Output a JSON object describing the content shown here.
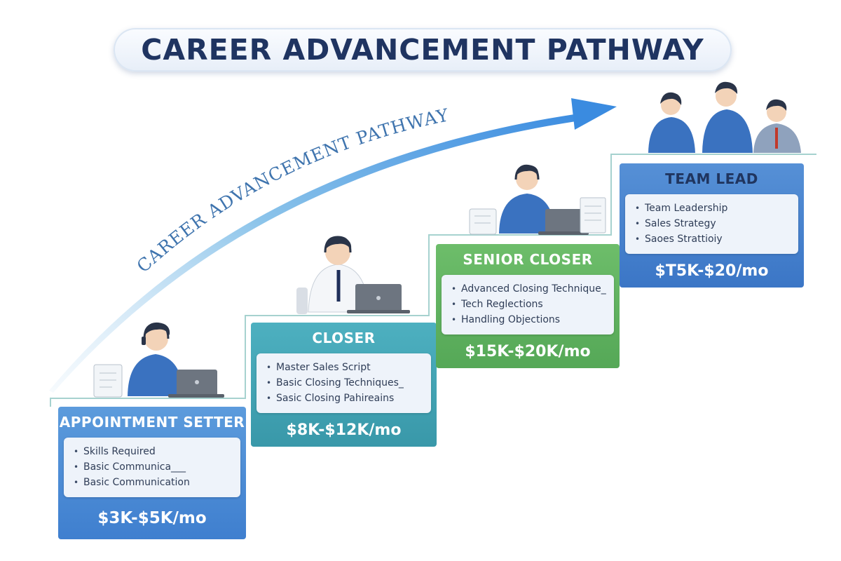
{
  "title": "CAREER ADVANCEMENT PATHWAY",
  "arc_label": "CAREER ADVANCEMENT PATHWAY",
  "steps": [
    {
      "title": "APPOINTMENT SETTER",
      "skills": [
        "Skills Required",
        "Basic Communica___",
        "Basic Communication"
      ],
      "pay": "$3K-$5K/mo",
      "color": "#4a8bd4"
    },
    {
      "title": "CLOSER",
      "skills": [
        "Master Sales Script",
        "Basic Closing Techniques_",
        "Sasic Closing Pahireains"
      ],
      "pay": "$8K-$12K/mo",
      "color": "#41a4b5"
    },
    {
      "title": "SENIOR CLOSER",
      "skills": [
        "Advanced Closing Technique_",
        "Tech Reglections",
        "Handling Objections"
      ],
      "pay": "$15K-$20K/mo",
      "color": "#5fb35f"
    },
    {
      "title": "TEAM LEAD",
      "skills": [
        "Team Leadership",
        "Sales Strategy",
        "Saoes Strattioiy"
      ],
      "pay": "$T5K-$20/mo",
      "color": "#4a84cf"
    }
  ],
  "icons": [
    "bullet-icon",
    "headset-agent-icon",
    "laptop-icon",
    "document-icon",
    "team-group-icon",
    "arrow-icon"
  ]
}
